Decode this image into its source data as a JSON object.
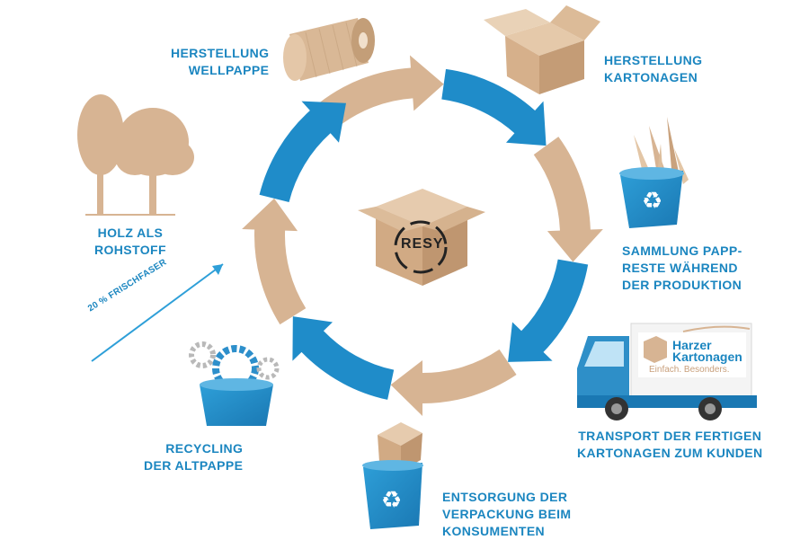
{
  "labels": {
    "holz": [
      "HOLZ ALS",
      "ROHSTOFF"
    ],
    "wellpappe": [
      "HERSTELLUNG",
      "WELLPAPPE"
    ],
    "kartonagen": [
      "HERSTELLUNG",
      "KARTONAGEN"
    ],
    "sammlung": [
      "SAMMLUNG PAPP-",
      "RESTE WÄHREND",
      "DER PRODUKTION"
    ],
    "transport": [
      "TRANSPORT DER FERTIGEN",
      "KARTONAGEN ZUM KUNDEN"
    ],
    "entsorgung": [
      "ENTSORGUNG DER",
      "VERPACKUNG BEIM",
      "KONSUMENTEN"
    ],
    "recycling": [
      "RECYCLING",
      "DER ALTPAPPE"
    ]
  },
  "frischfaser": "20 % FRISCHFASER",
  "truck": {
    "brand_line1": "Harzer",
    "brand_line2": "Kartonagen",
    "slogan": "Einfach. Besonders."
  },
  "center_logo": "RESY",
  "colors": {
    "blue": "#1b86c0",
    "kraft": "#d7b493",
    "kraft_dark": "#b88e66",
    "light_blue": "#5fb6e3"
  }
}
